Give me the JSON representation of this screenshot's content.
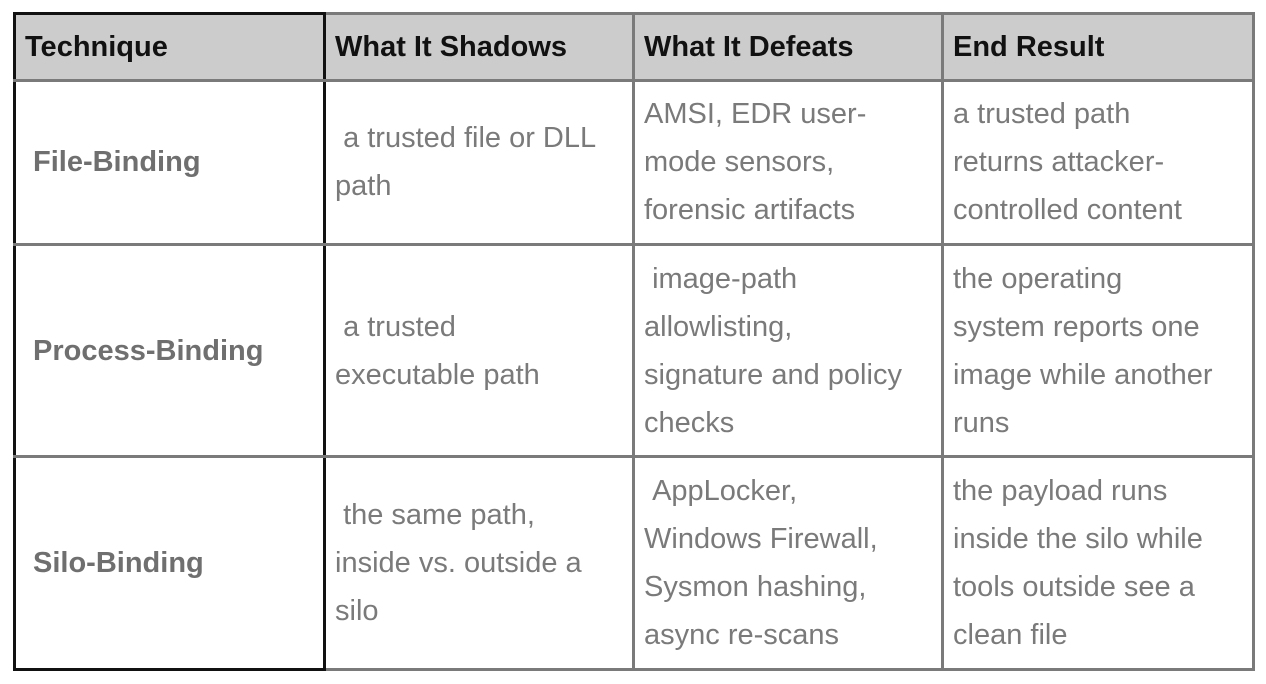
{
  "table": {
    "headers": [
      "Technique",
      "What It Shadows",
      "What It Defeats",
      "End Result"
    ],
    "rows": [
      {
        "technique": "File-Binding",
        "shadows": " a trusted file or DLL\npath",
        "defeats": "AMSI, EDR user-\nmode sensors,\nforensic artifacts",
        "result": "a trusted path\nreturns attacker-\ncontrolled content"
      },
      {
        "technique": "Process-Binding",
        "shadows": " a trusted\nexecutable path",
        "defeats": " image-path\nallowlisting,\nsignature and policy\nchecks",
        "result": "the operating\nsystem reports one\nimage while another\nruns"
      },
      {
        "technique": "Silo-Binding",
        "shadows": " the same path,\ninside vs. outside a\nsilo",
        "defeats": " AppLocker,\nWindows Firewall,\nSysmon hashing,\nasync re-scans",
        "result": "the payload runs\ninside the silo while\ntools outside see a\nclean file"
      }
    ]
  }
}
